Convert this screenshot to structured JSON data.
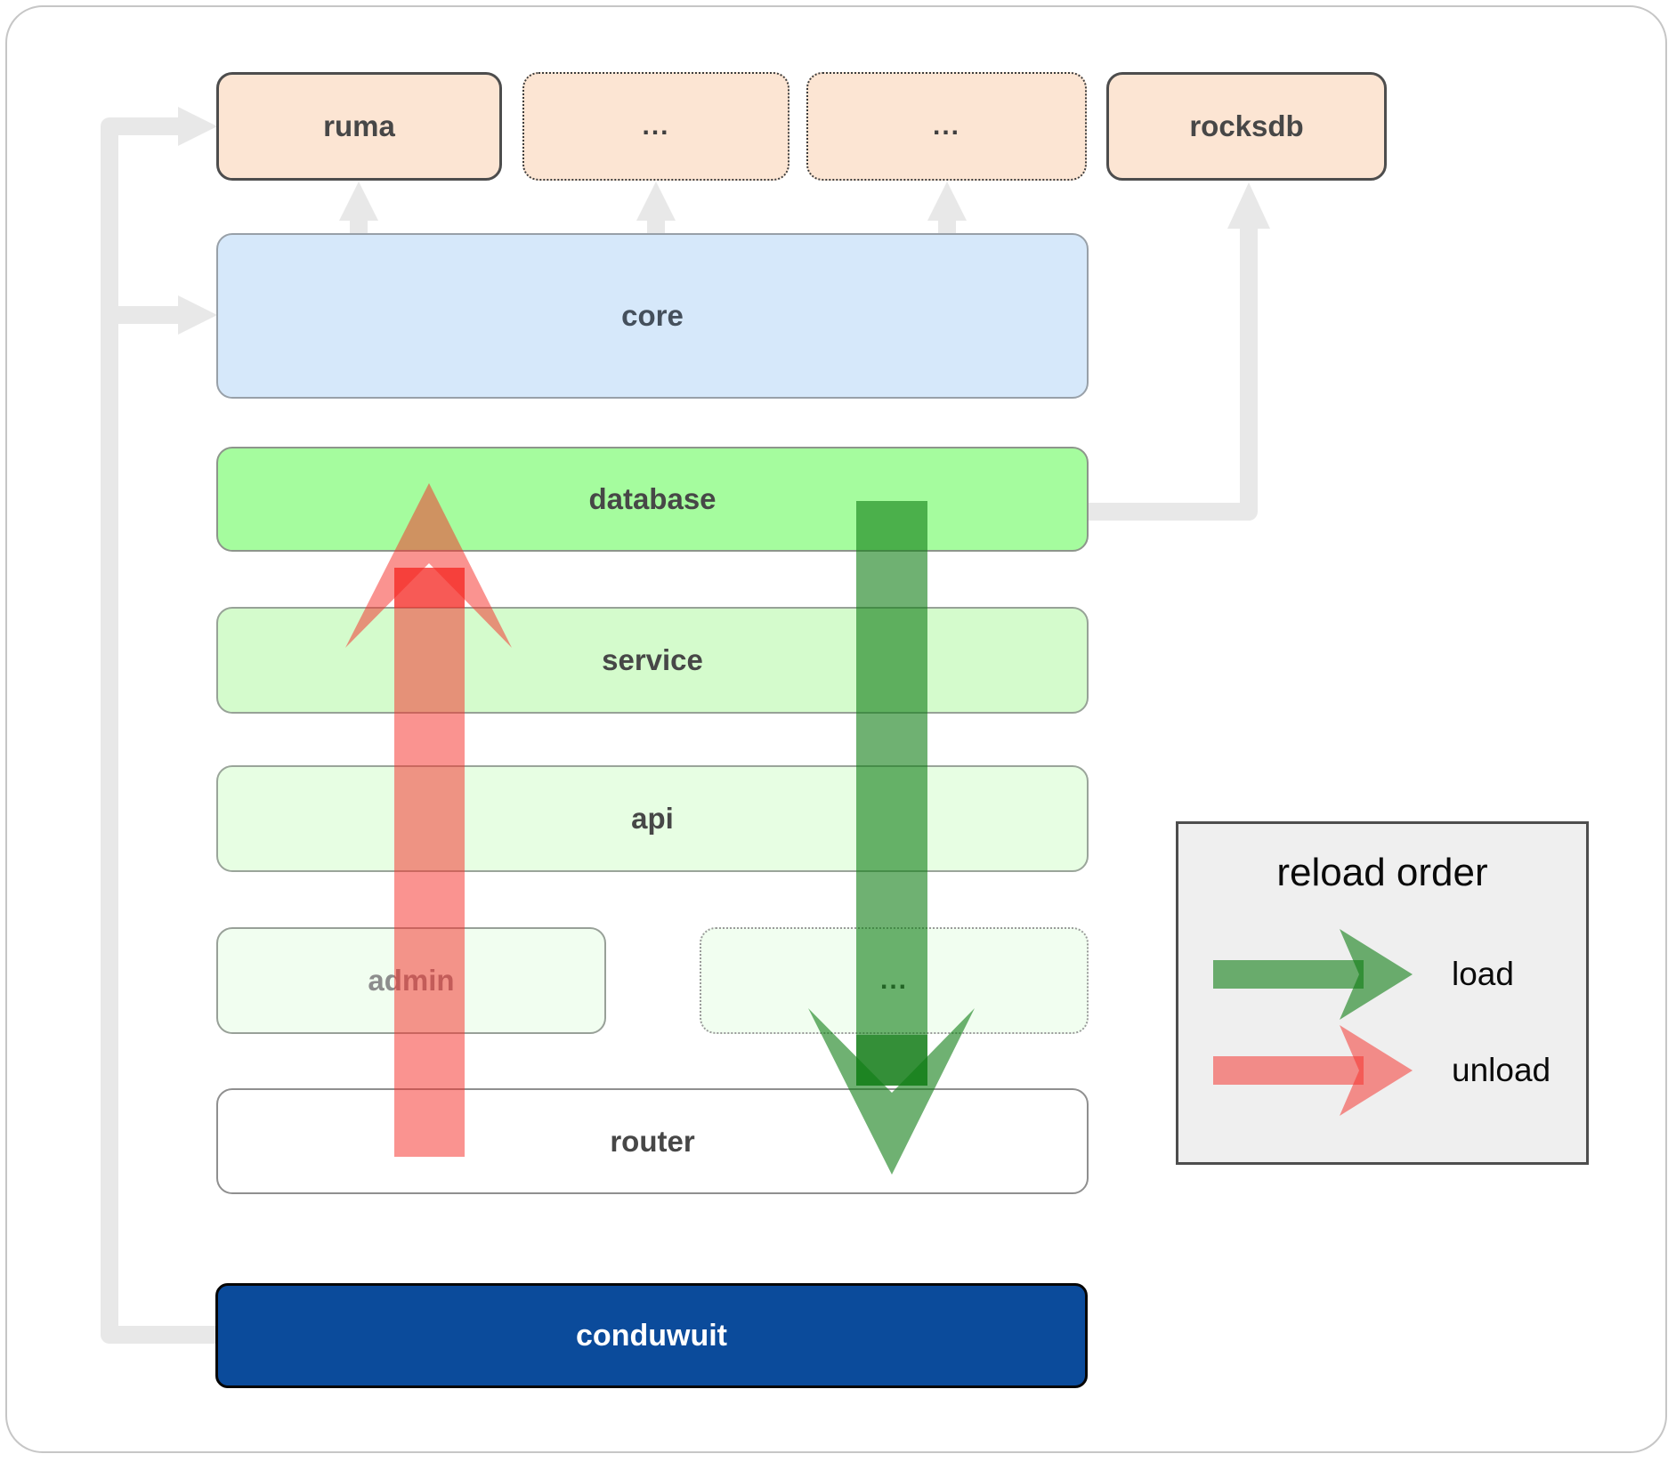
{
  "nodes": {
    "ruma": {
      "label": "ruma"
    },
    "top_dots_1": {
      "label": "..."
    },
    "top_dots_2": {
      "label": "..."
    },
    "rocksdb": {
      "label": "rocksdb"
    },
    "core": {
      "label": "core"
    },
    "database": {
      "label": "database"
    },
    "service": {
      "label": "service"
    },
    "api": {
      "label": "api"
    },
    "admin": {
      "label": "admin"
    },
    "admin_dots": {
      "label": "..."
    },
    "router": {
      "label": "router"
    },
    "conduwuit": {
      "label": "conduwuit"
    }
  },
  "legend": {
    "title": "reload order",
    "items": [
      {
        "label": "load",
        "arrow_icon": "green-right-arrow",
        "color": "rgba(15,125,20,0.6)"
      },
      {
        "label": "unload",
        "arrow_icon": "red-right-arrow",
        "color": "rgba(246,48,42,0.52)"
      }
    ]
  },
  "colors": {
    "peach_fill": "#fce5d3",
    "core_fill": "#d6e8fa",
    "database_fill": "#a5fc9e",
    "service_fill": "#d4fbcc",
    "api_fill": "#e7fee3",
    "admin_fill": "#f1fef0",
    "router_fill": "#ffffff",
    "conduwuit_fill": "#0b4b9b",
    "connector_gray": "#e8e8e8",
    "load_green": "rgba(15,125,20,0.6)",
    "unload_red": "rgba(246,48,42,0.52)",
    "legend_bg": "#efefef"
  }
}
